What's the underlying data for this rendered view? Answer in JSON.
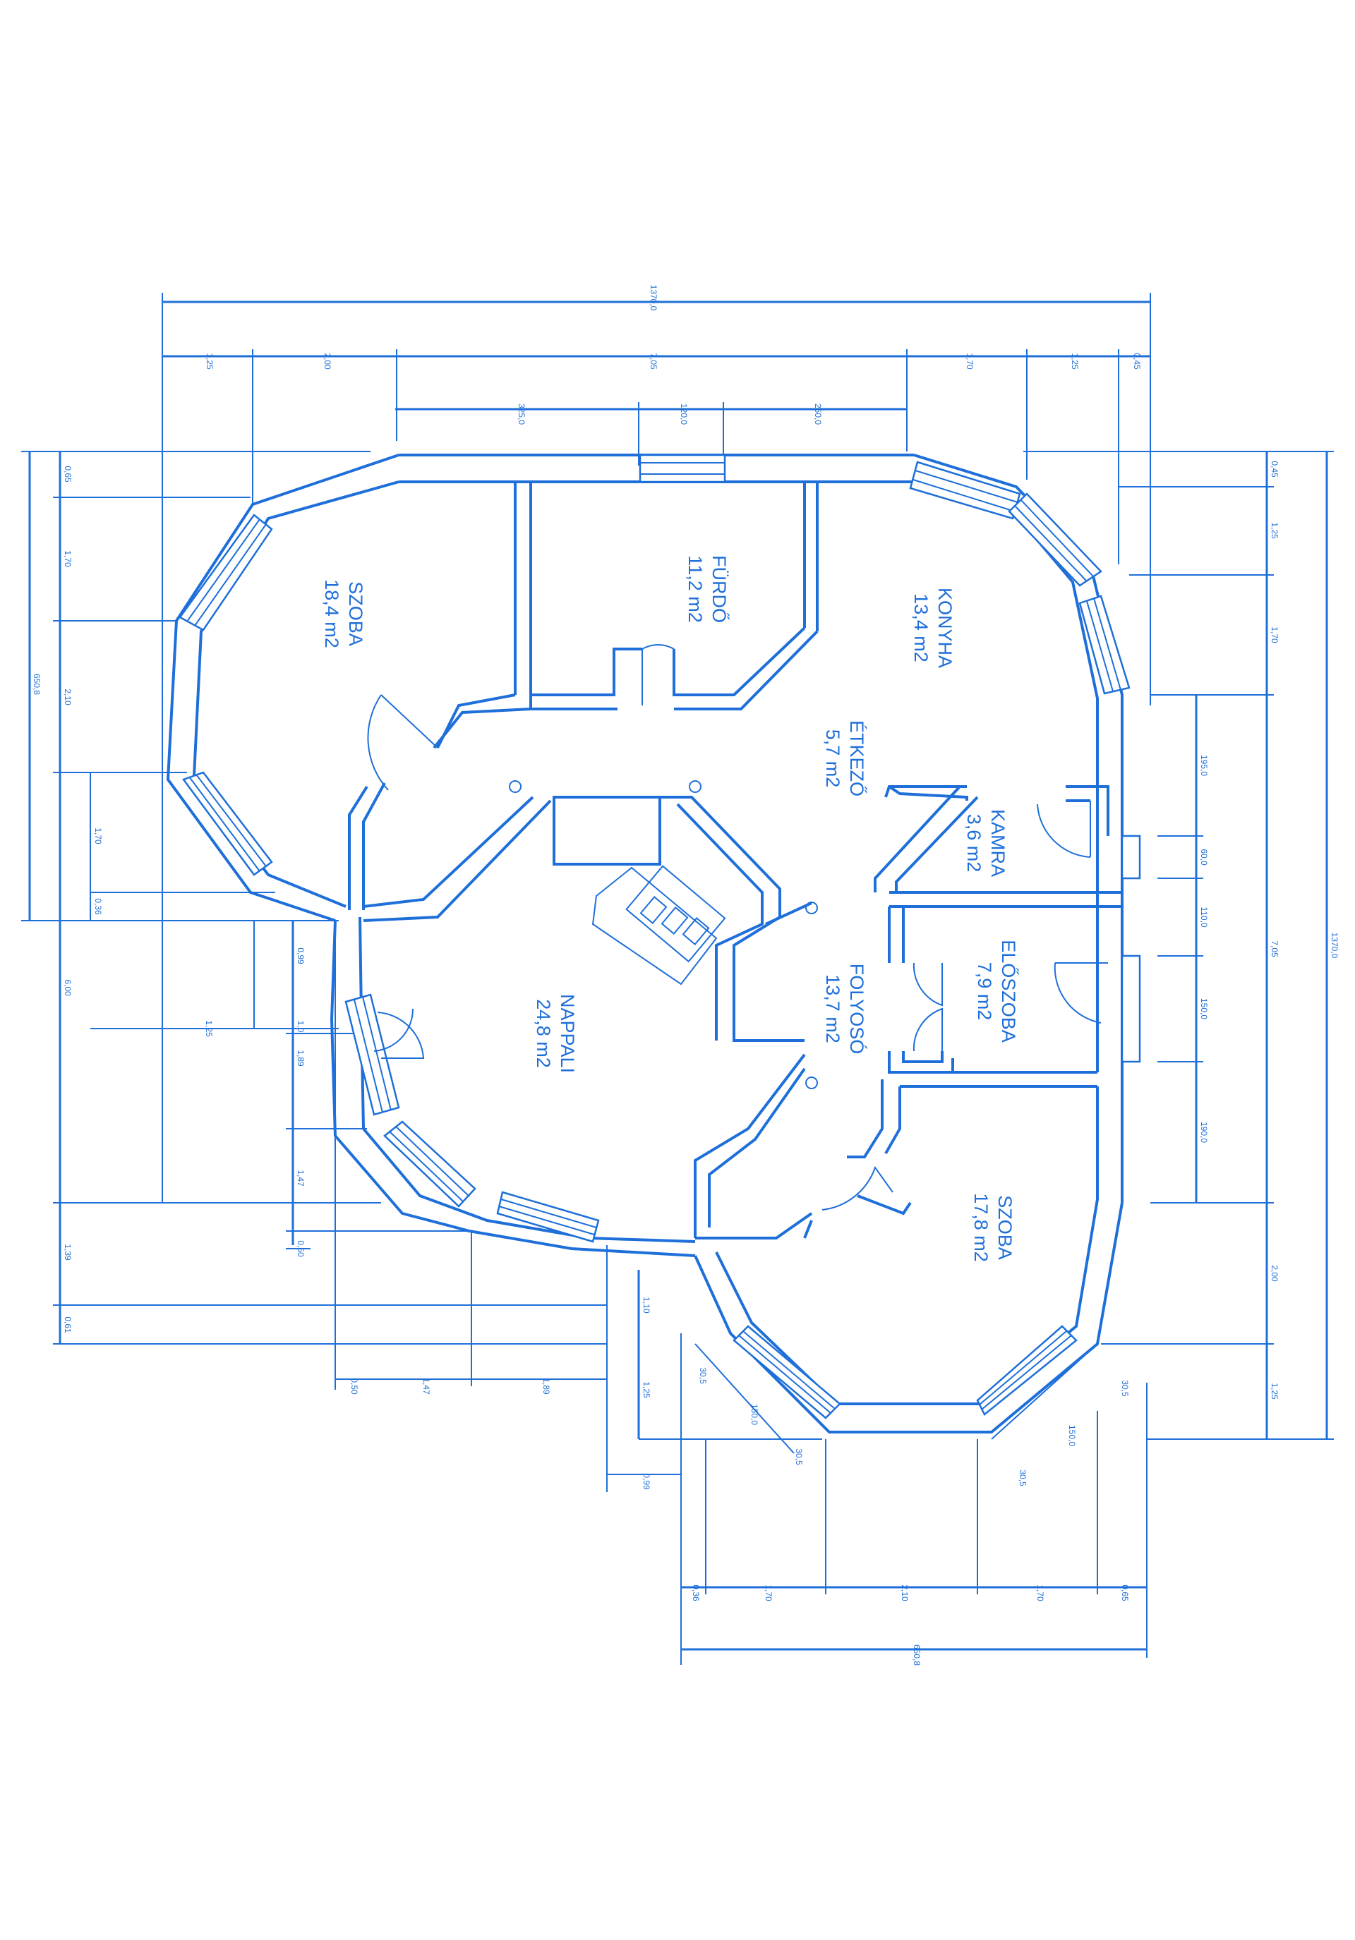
{
  "colors": {
    "line": "#1e6fd9",
    "background": "#ffffff"
  },
  "rooms": {
    "szoba_1": {
      "name": "SZOBA",
      "area": "18,4 m2"
    },
    "furdo": {
      "name": "FÜRDŐ",
      "area": "11,2 m2"
    },
    "konyha": {
      "name": "KONYHA",
      "area": "13,4 m2"
    },
    "etkezo": {
      "name": "ÉTKEZŐ",
      "area": "5,7 m2"
    },
    "kamra": {
      "name": "KAMRA",
      "area": "3,6 m2"
    },
    "eloszoba": {
      "name": "ELŐSZOBA",
      "area": "7,9 m2"
    },
    "folyoso": {
      "name": "FOLYOSÓ",
      "area": "13,7 m2"
    },
    "nappali": {
      "name": "NAPPALI",
      "area": "24,8 m2"
    },
    "szoba_2": {
      "name": "SZOBA",
      "area": "17,8 m2"
    }
  },
  "dimensions": {
    "top_total": "1370,0",
    "top_row": [
      "1,25",
      "2,00",
      "7,05",
      "1,70",
      "1,25",
      "0,45"
    ],
    "top_inner": [
      "325,0",
      "120,0",
      "250,0"
    ],
    "left_total": "650,8",
    "left_col": [
      "0,65",
      "1,70",
      "2,10",
      "1,70",
      "0,36"
    ],
    "left_mid": [
      "6,00",
      "1,25"
    ],
    "left_lower": [
      "0,99",
      "1,89",
      "1,0",
      "1,47",
      "0,50",
      "1,39",
      "0,61"
    ],
    "bottom_left": [
      "0,50",
      "1,47",
      "1,89"
    ],
    "bottom_mid": [
      "1,10",
      "1,25",
      "0,99"
    ],
    "right_total": "1370,0",
    "right_col": [
      "0,45",
      "1,25",
      "1,70",
      "7,05",
      "2,00",
      "1,25"
    ],
    "right_inner": [
      "195,0",
      "60,0",
      "110,0",
      "150,0",
      "190,0"
    ],
    "bottom_row": [
      "0,36",
      "1,70",
      "2,10",
      "1,70",
      "0,65"
    ],
    "bottom_total": "650,8",
    "diag": [
      "30,5",
      "150,0",
      "30,5",
      "30,5",
      "150,0",
      "30,5"
    ]
  }
}
